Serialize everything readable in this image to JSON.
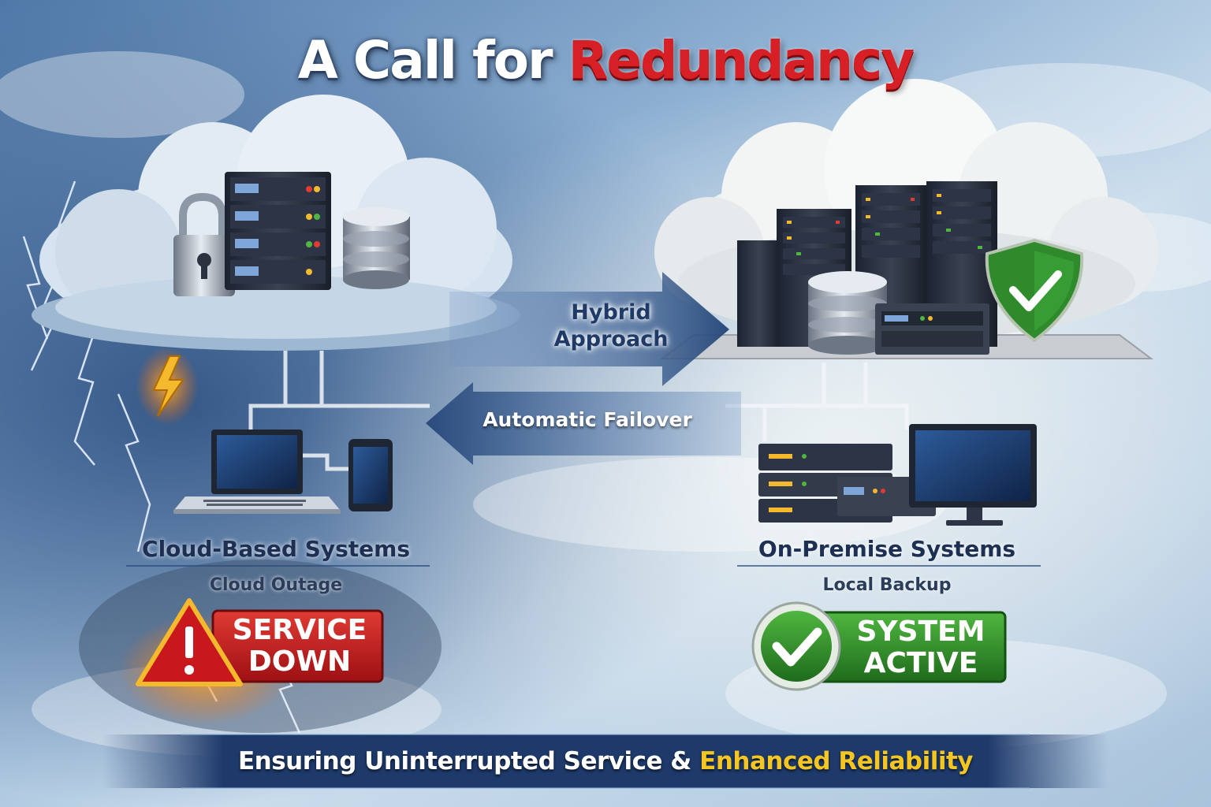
{
  "title": {
    "part1": "A Call for",
    "part2": "Redundancy"
  },
  "arrows": {
    "hybrid": {
      "line1": "Hybrid",
      "line2": "Approach"
    },
    "failover": "Automatic Failover"
  },
  "left": {
    "title": "Cloud-Based Systems",
    "subtitle": "Cloud Outage",
    "badge_line1": "SERVICE",
    "badge_line2": "DOWN"
  },
  "right": {
    "title": "On-Premise Systems",
    "subtitle": "Local Backup",
    "badge_line1": "SYSTEM",
    "badge_line2": "ACTIVE"
  },
  "footer": {
    "part1": "Ensuring Uninterrupted Service &",
    "part2": "Enhanced Reliability"
  },
  "colors": {
    "title_accent": "#d71f26",
    "arrow_blue": "#2a4b7c",
    "alert_red": "#c8171d",
    "ok_green": "#2e8a2a",
    "footer_highlight": "#f3c623",
    "footer_band": "#1e3a6b"
  }
}
